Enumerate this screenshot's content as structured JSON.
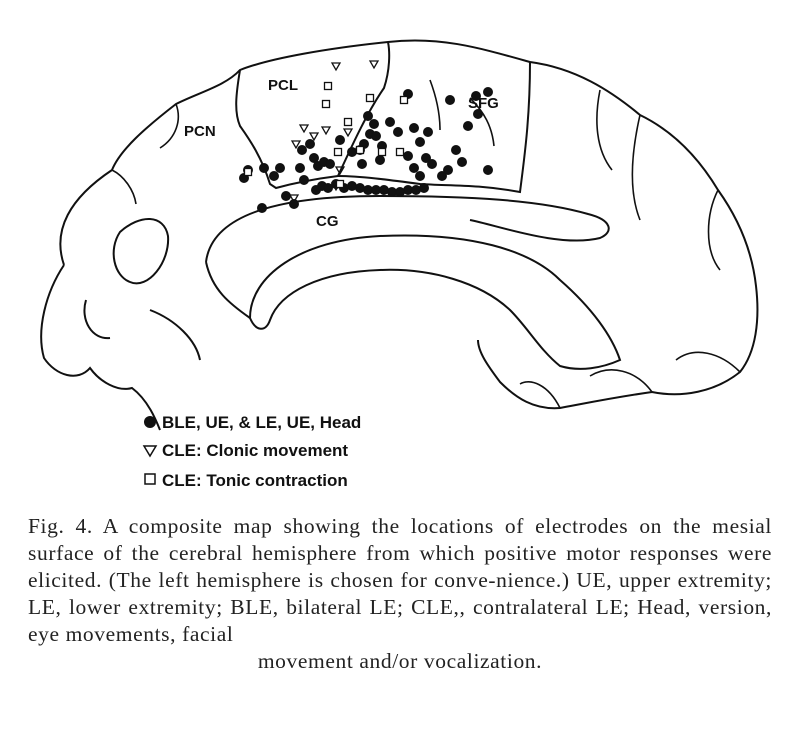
{
  "labels": {
    "pcl": "PCL",
    "pcn": "PCN",
    "sfg": "SFG",
    "cg": "CG"
  },
  "legend": [
    {
      "symbol": "filled-circle",
      "text": "BLE, UE, & LE, UE, Head"
    },
    {
      "symbol": "open-triangle",
      "text": "CLE: Clonic movement"
    },
    {
      "symbol": "open-square",
      "text": "CLE: Tonic contraction"
    }
  ],
  "caption": {
    "body": "Fig. 4. A composite map showing the locations of electrodes on the mesial surface of the cerebral hemisphere from which positive motor responses were elicited. (The left hemisphere is chosen for conve-nience.) UE, upper extremity; LE, lower extremity; BLE, bilateral LE; CLE,, contralateral LE; Head, version, eye movements, facial",
    "last_line": "movement and/or vocalization."
  },
  "colors": {
    "ink": "#111111",
    "background": "#ffffff"
  }
}
